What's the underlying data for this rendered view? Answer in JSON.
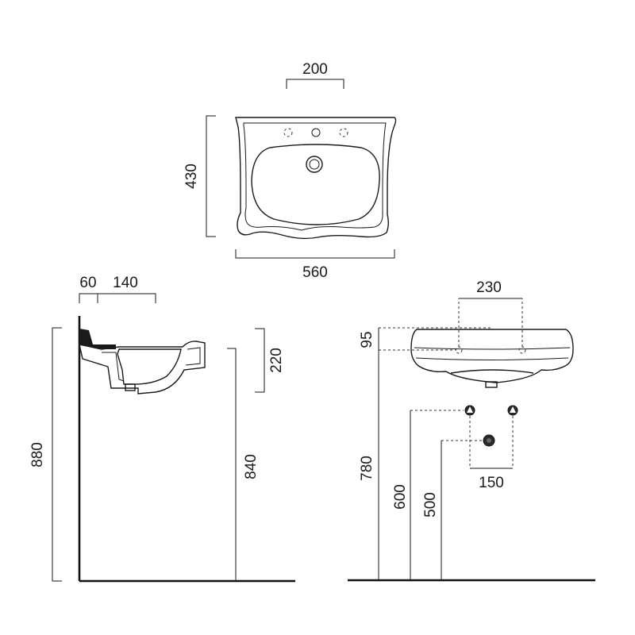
{
  "dimensions": {
    "top_tap_spacing": "200",
    "top_depth": "430",
    "top_width": "560",
    "side_wall_offset": "60",
    "side_overhang": "140",
    "side_total_height": "880",
    "side_rim_height": "840",
    "side_basin_depth": "220",
    "front_tap_spacing": "230",
    "front_rim_offset": "95",
    "front_tap_height": "780",
    "front_supply_height": "600",
    "front_waste_height": "500",
    "front_supply_spacing": "150"
  }
}
